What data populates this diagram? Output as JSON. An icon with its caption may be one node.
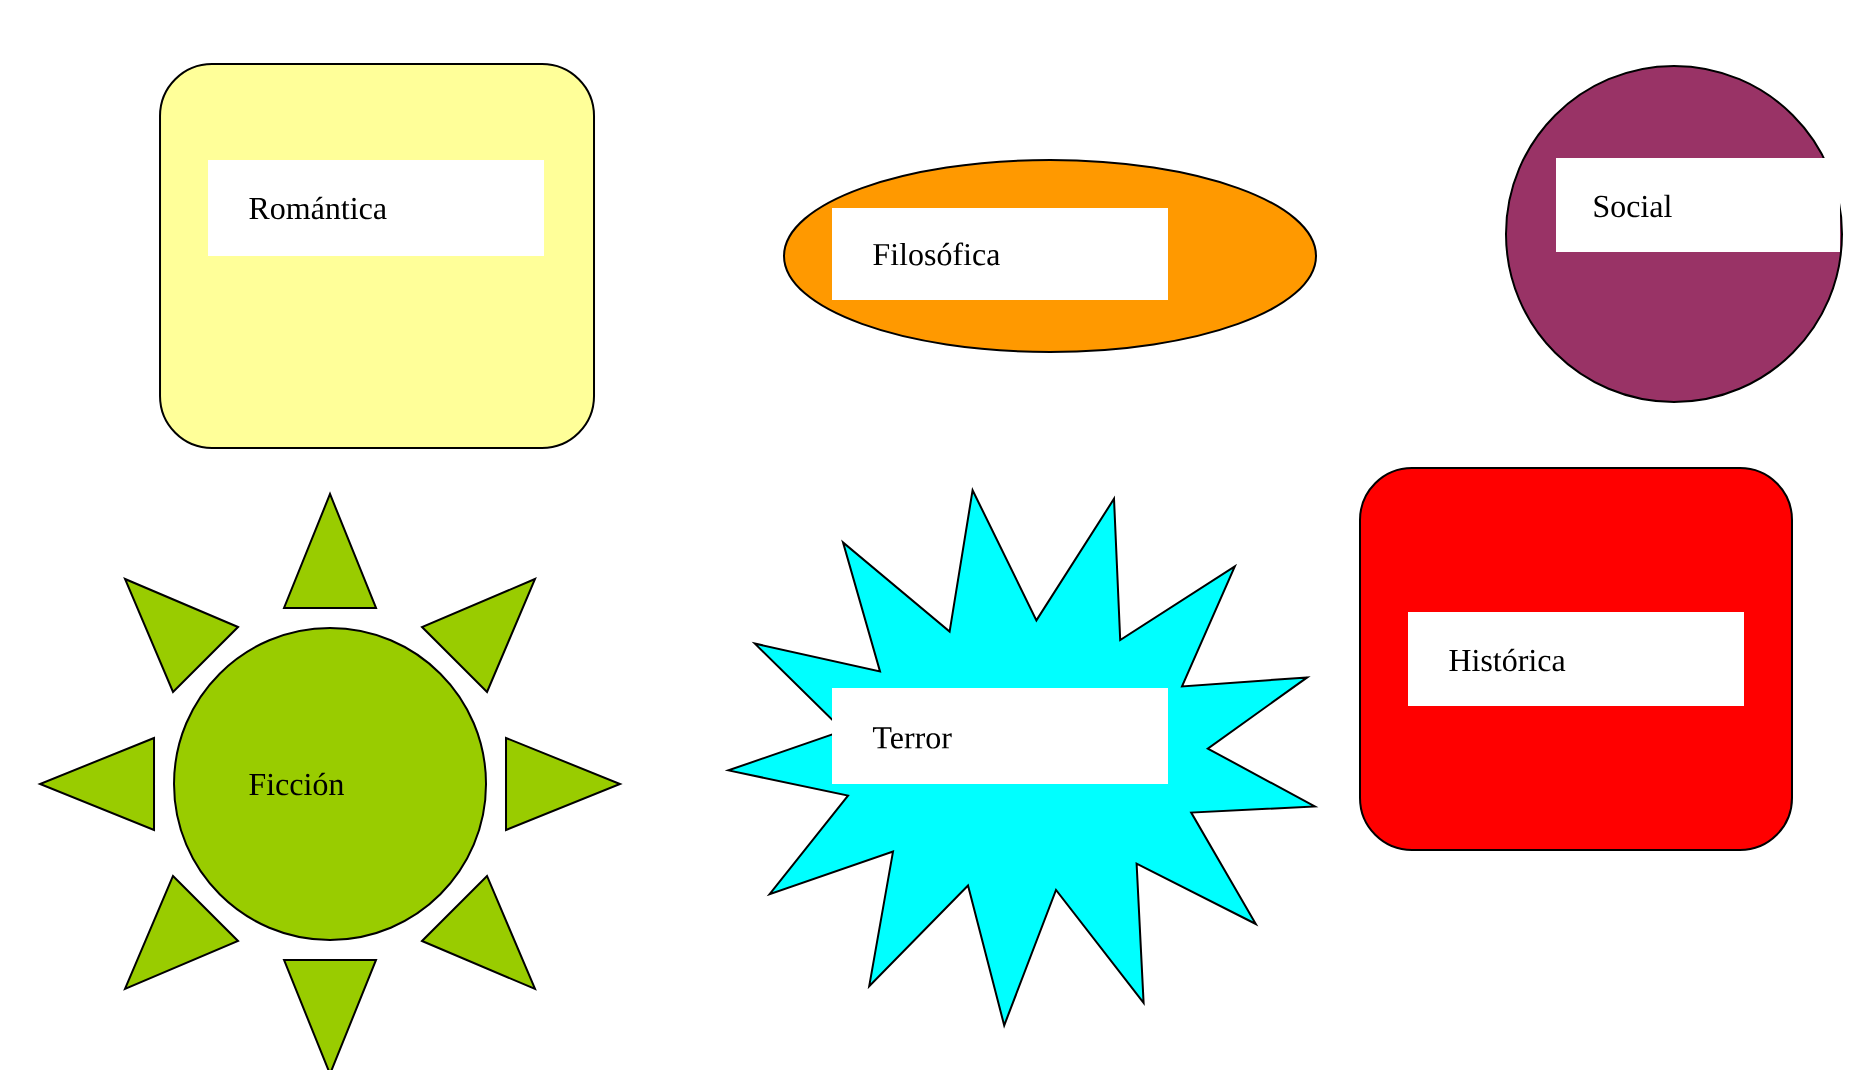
{
  "diagram": {
    "nodes": [
      {
        "text": [
          "Romántica"
        ]
      },
      {
        "text": [
          "Filosófica"
        ]
      },
      {
        "text": [
          "Social"
        ]
      },
      {
        "text": [
          "Ficción"
        ]
      },
      {
        "text": [
          "Terror"
        ]
      },
      {
        "text": [
          "Histórica"
        ]
      }
    ]
  }
}
